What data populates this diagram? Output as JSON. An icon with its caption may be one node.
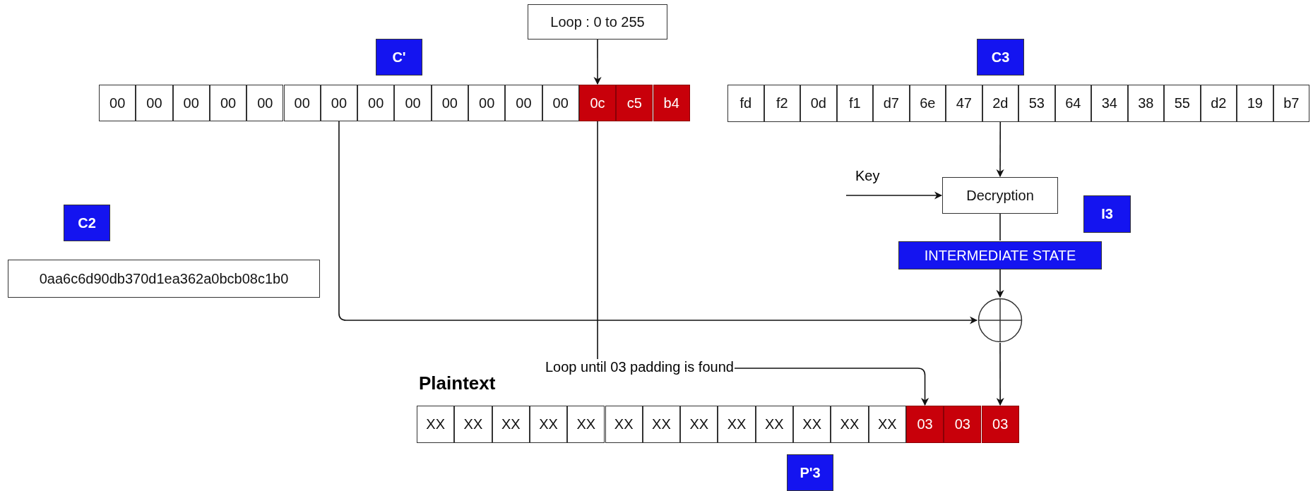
{
  "diagram": {
    "nodes": [
      {
        "text": [
          "Loop : 0 to 255"
        ]
      },
      {
        "text": [
          "C'"
        ]
      },
      {
        "text": [
          "00"
        ]
      },
      {
        "text": [
          "00"
        ]
      },
      {
        "text": [
          "00"
        ]
      },
      {
        "text": [
          "00"
        ]
      },
      {
        "text": [
          "00"
        ]
      },
      {
        "text": [
          "00"
        ]
      },
      {
        "text": [
          "00"
        ]
      },
      {
        "text": [
          "00"
        ]
      },
      {
        "text": [
          "00"
        ]
      },
      {
        "text": [
          "00"
        ]
      },
      {
        "text": [
          "00"
        ]
      },
      {
        "text": [
          "00"
        ]
      },
      {
        "text": [
          "00"
        ]
      },
      {
        "text": [
          "0c"
        ]
      },
      {
        "text": [
          "c5"
        ]
      },
      {
        "text": [
          "b4"
        ]
      },
      {
        "text": [
          "C3"
        ]
      },
      {
        "text": [
          "fd"
        ]
      },
      {
        "text": [
          "f2"
        ]
      },
      {
        "text": [
          "0d"
        ]
      },
      {
        "text": [
          "f1"
        ]
      },
      {
        "text": [
          "d7"
        ]
      },
      {
        "text": [
          "6e"
        ]
      },
      {
        "text": [
          "47"
        ]
      },
      {
        "text": [
          "2d"
        ]
      },
      {
        "text": [
          "53"
        ]
      },
      {
        "text": [
          "64"
        ]
      },
      {
        "text": [
          "34"
        ]
      },
      {
        "text": [
          "38"
        ]
      },
      {
        "text": [
          "55"
        ]
      },
      {
        "text": [
          "d2"
        ]
      },
      {
        "text": [
          "19"
        ]
      },
      {
        "text": [
          "b7"
        ]
      },
      {
        "text": [
          "Decryption"
        ]
      },
      {
        "text": [
          "I3"
        ]
      },
      {
        "text": [
          "INTERMEDIATE STATE"
        ]
      },
      {
        "text": [],
        "shape": "circle"
      },
      {
        "text": [
          "C2"
        ]
      },
      {
        "text": [
          "0aa6c6d90db370d1ea362a0bcb08c1b0"
        ]
      },
      {
        "text": [
          "XX"
        ]
      },
      {
        "text": [
          "XX"
        ]
      },
      {
        "text": [
          "XX"
        ]
      },
      {
        "text": [
          "XX"
        ]
      },
      {
        "text": [
          "XX"
        ]
      },
      {
        "text": [
          "XX"
        ]
      },
      {
        "text": [
          "XX"
        ]
      },
      {
        "text": [
          "XX"
        ]
      },
      {
        "text": [
          "XX"
        ]
      },
      {
        "text": [
          "XX"
        ]
      },
      {
        "text": [
          "XX"
        ]
      },
      {
        "text": [
          "XX"
        ]
      },
      {
        "text": [
          "XX"
        ]
      },
      {
        "text": [
          "03"
        ]
      },
      {
        "text": [
          "03"
        ]
      },
      {
        "text": [
          "03"
        ]
      },
      {
        "text": [
          "P'3"
        ]
      }
    ],
    "edges": [
      {
        "from": 0,
        "to": 15,
        "arrow": "to"
      },
      {
        "from": 8,
        "to": 38,
        "arrow": "to"
      },
      {
        "from": 15,
        "to": 54,
        "arrow": "to",
        "label": "Loop until 03 padding is found"
      },
      {
        "from": 26,
        "to": 35,
        "arrow": "to"
      },
      {
        "from": null,
        "to": 35,
        "arrow": "to",
        "label": "Key"
      },
      {
        "from": 35,
        "to": 37,
        "arrow": "none"
      },
      {
        "from": 37,
        "to": 38,
        "arrow": "to"
      },
      {
        "from": 38,
        "to": 56,
        "arrow": "to"
      }
    ],
    "labels": [
      "Plaintext"
    ]
  }
}
